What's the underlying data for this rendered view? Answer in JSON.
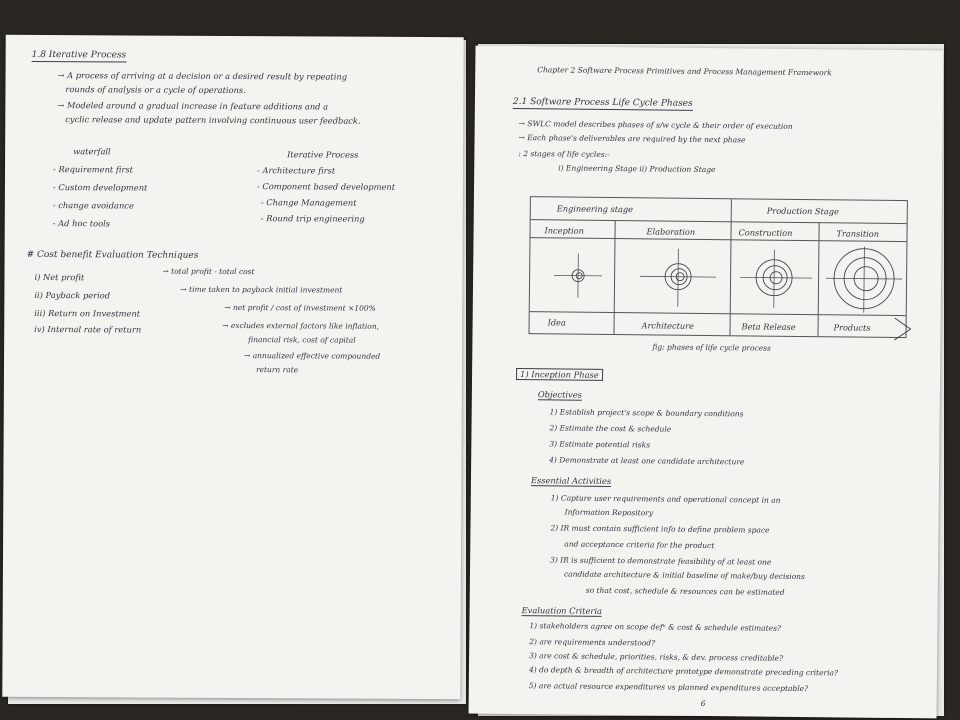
{
  "left_page": {
    "heading": "1.8 Iterative Process",
    "bullet1_line1": "→ A process of arriving at a decision or a desired result by repeating",
    "bullet1_line2": "rounds of analysis or a cycle of operations.",
    "bullet2_line1": "→ Modeled around a gradual increase in feature additions and a",
    "bullet2_line2": "cyclic release and update pattern involving continuous user feedback.",
    "waterfall_header": "waterfall",
    "iterative_header": "Iterative Process",
    "waterfall_items": [
      "- Requirement first",
      "- Custom development",
      "- change avoidance",
      "- Ad hoc tools"
    ],
    "iterative_items": [
      "- Architecture first",
      "- Component based development",
      "- Change Management",
      "- Round trip engineering"
    ],
    "cost_heading": "# Cost benefit Evaluation Techniques",
    "cost_items": [
      {
        "term": "i) Net profit",
        "def": "→ total profit - total cost"
      },
      {
        "term": "ii) Payback period",
        "def": "→ time taken to payback initial investment"
      },
      {
        "term": "iii) Return on Investment",
        "def": "→ net profit / cost of investment ×100%"
      },
      {
        "term": "iv) Internal rate of return",
        "def": "→ excludes external factors like inflation,"
      }
    ],
    "irr_line2": "financial risk, cost of capital",
    "irr_line3": "→ annualized effective compounded",
    "irr_line4": "return rate"
  },
  "right_page": {
    "chapter_header": "Chapter 2 Software Process Primitives and Process Management Framework",
    "section_heading": "2.1 Software Process Life Cycle Phases",
    "intro_lines": [
      "→ SWLC model describes phases of s/w cycle & their order of execution",
      "→ Each phase's deliverables are required by the next phase",
      ": 2 stages of life cycles:-"
    ],
    "stage_list": "i) Engineering Stage       ii) Production Stage",
    "table": {
      "engineering_stage": "Engineering stage",
      "production_stage": "Production Stage",
      "phases": [
        "Inception",
        "Elaboration",
        "Construction",
        "Transition"
      ],
      "milestones": [
        "Idea",
        "Architecture",
        "Beta Release",
        "Products"
      ]
    },
    "figure_caption": "fig: phases of life cycle process",
    "inception_heading": "1) Inception Phase",
    "objectives_heading": "Objectives",
    "objectives": [
      "1) Establish project's scope & boundary conditions",
      "2) Estimate the cost & schedule",
      "3) Estimate potential risks",
      "4) Demonstrate at least one candidate architecture"
    ],
    "activities_heading": "Essential Activities",
    "activities": [
      "1) Capture user requirements and operational concept in an",
      "Information Repository",
      "2) IR must contain sufficient info to define problem space",
      "and acceptance criteria for the product",
      "3) IR is sufficient to demonstrate feasibility of at least one",
      "candidate architecture & initial baseline of make/buy decisions",
      "so that cost, schedule & resources can be estimated"
    ],
    "criteria_heading": "Evaluation Criteria",
    "criteria": [
      "1) stakeholders agree on scope defⁿ & cost & schedule estimates?",
      "2) are requirements understood?",
      "3) are cost & schedule, priorities, risks, & dev. process creditable?",
      "4) do depth & breadth of architecture prototype demonstrate preceding criteria?",
      "5) are actual resource expenditures vs planned expenditures acceptable?"
    ],
    "page_number": "6"
  },
  "colors": {
    "ink": "#2f3340",
    "paper": "#f3f3f0",
    "background": "#2a2622"
  }
}
